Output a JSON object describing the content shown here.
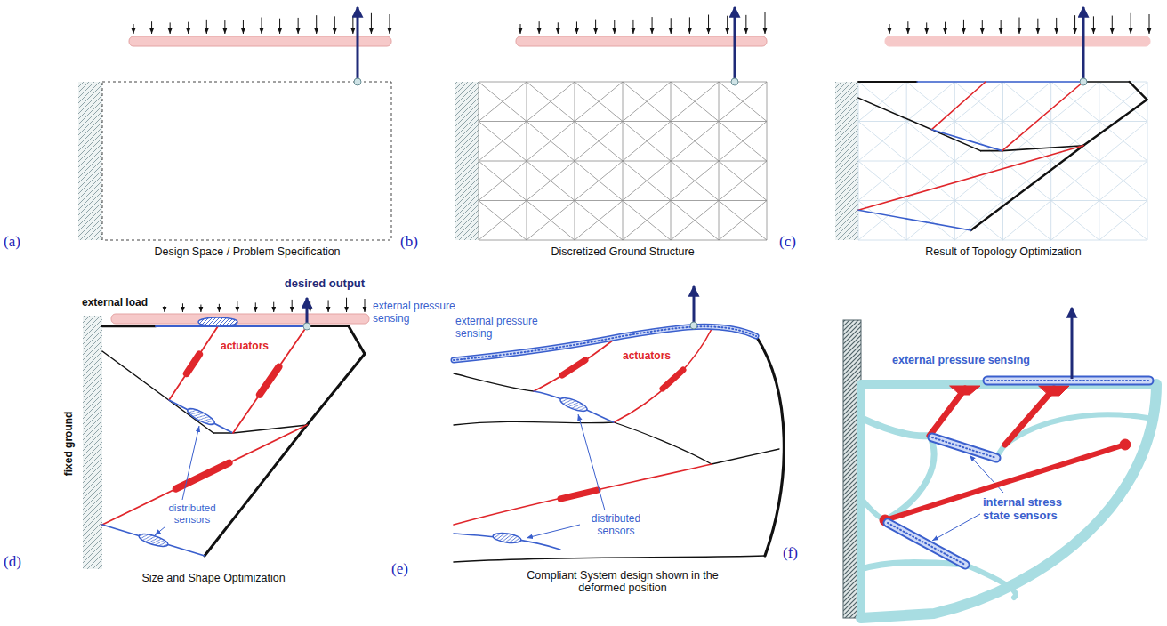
{
  "diagram": {
    "labels": [
      "(a)",
      "Design Space / Problem Specification",
      "(b)",
      "Discretized Ground Structure",
      "(c)",
      "Result of Topology Optimization",
      "(d)",
      "desired output",
      "external load",
      "external pressure sensing",
      "actuators",
      "distributed sensors",
      "fixed ground",
      "Size and Shape Optimization",
      "(e)",
      "external pressure sensing",
      "actuators",
      "distributed sensors",
      "Compliant System design shown in the deformed position",
      "(f)",
      "external pressure sensing",
      "internal stress state sensors"
    ]
  }
}
